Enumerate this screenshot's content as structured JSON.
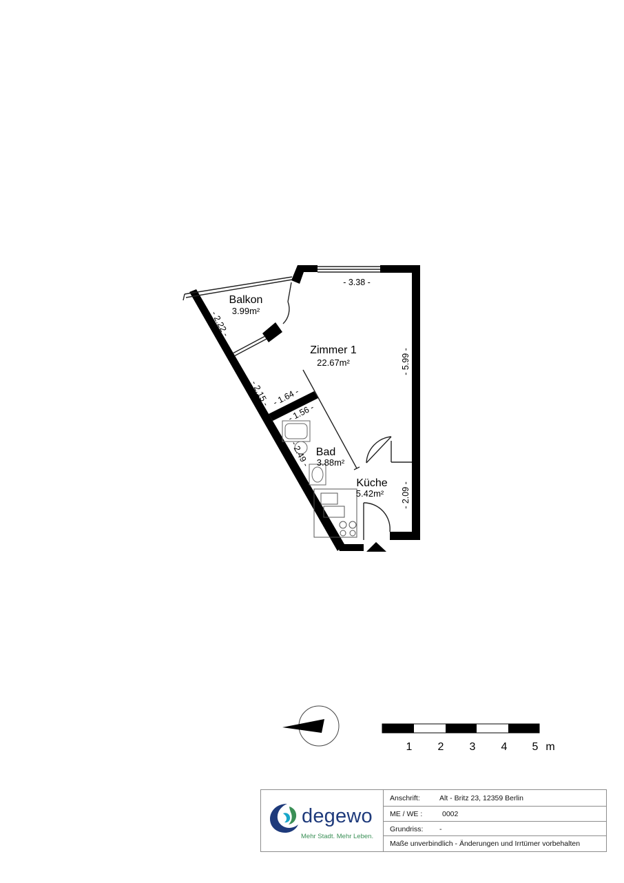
{
  "rooms": {
    "zimmer1": {
      "name": "Zimmer 1",
      "area": "22.67m²"
    },
    "balkon": {
      "name": "Balkon",
      "area": "3.99m²"
    },
    "bad": {
      "name": "Bad",
      "area": "3.88m²"
    },
    "kueche": {
      "name": "Küche",
      "area": "5.42m²"
    }
  },
  "dimensions": {
    "top_width": "- 3.38 -",
    "right_zimmer": "- 5.99 -",
    "right_kueche": "- 2.09 -",
    "balkon_side": "- 2.22 -",
    "diagonal": "- 2.15 -",
    "bad_top": "- 1.64 -",
    "bad_inner": "- 1.56 -",
    "bad_side": "- 2.49 -"
  },
  "scale_bar": {
    "labels": [
      "1",
      "2",
      "3",
      "4",
      "5"
    ],
    "unit": "m"
  },
  "title_block": {
    "logo": {
      "wordmark": "degewo",
      "tagline": "Mehr Stadt. Mehr Leben."
    },
    "rows": [
      {
        "label": "Anschrift:",
        "value": "Alt - Britz 23, 12359  Berlin"
      },
      {
        "label": "ME / WE :",
        "value": "0002"
      },
      {
        "label": "Grundriss:",
        "value": "-"
      }
    ],
    "disclaimer": "Maße unverbindlich - Änderungen und Irrtümer vorbehalten"
  },
  "colors": {
    "wall": "#000000",
    "line": "#333333",
    "logo_blue": "#1e3a7b",
    "logo_green": "#3a8f56",
    "logo_cyan": "#17a6c9"
  },
  "icons": [
    "north-arrow-icon",
    "entrance-arrow-icon",
    "degewo-logo-icon"
  ]
}
